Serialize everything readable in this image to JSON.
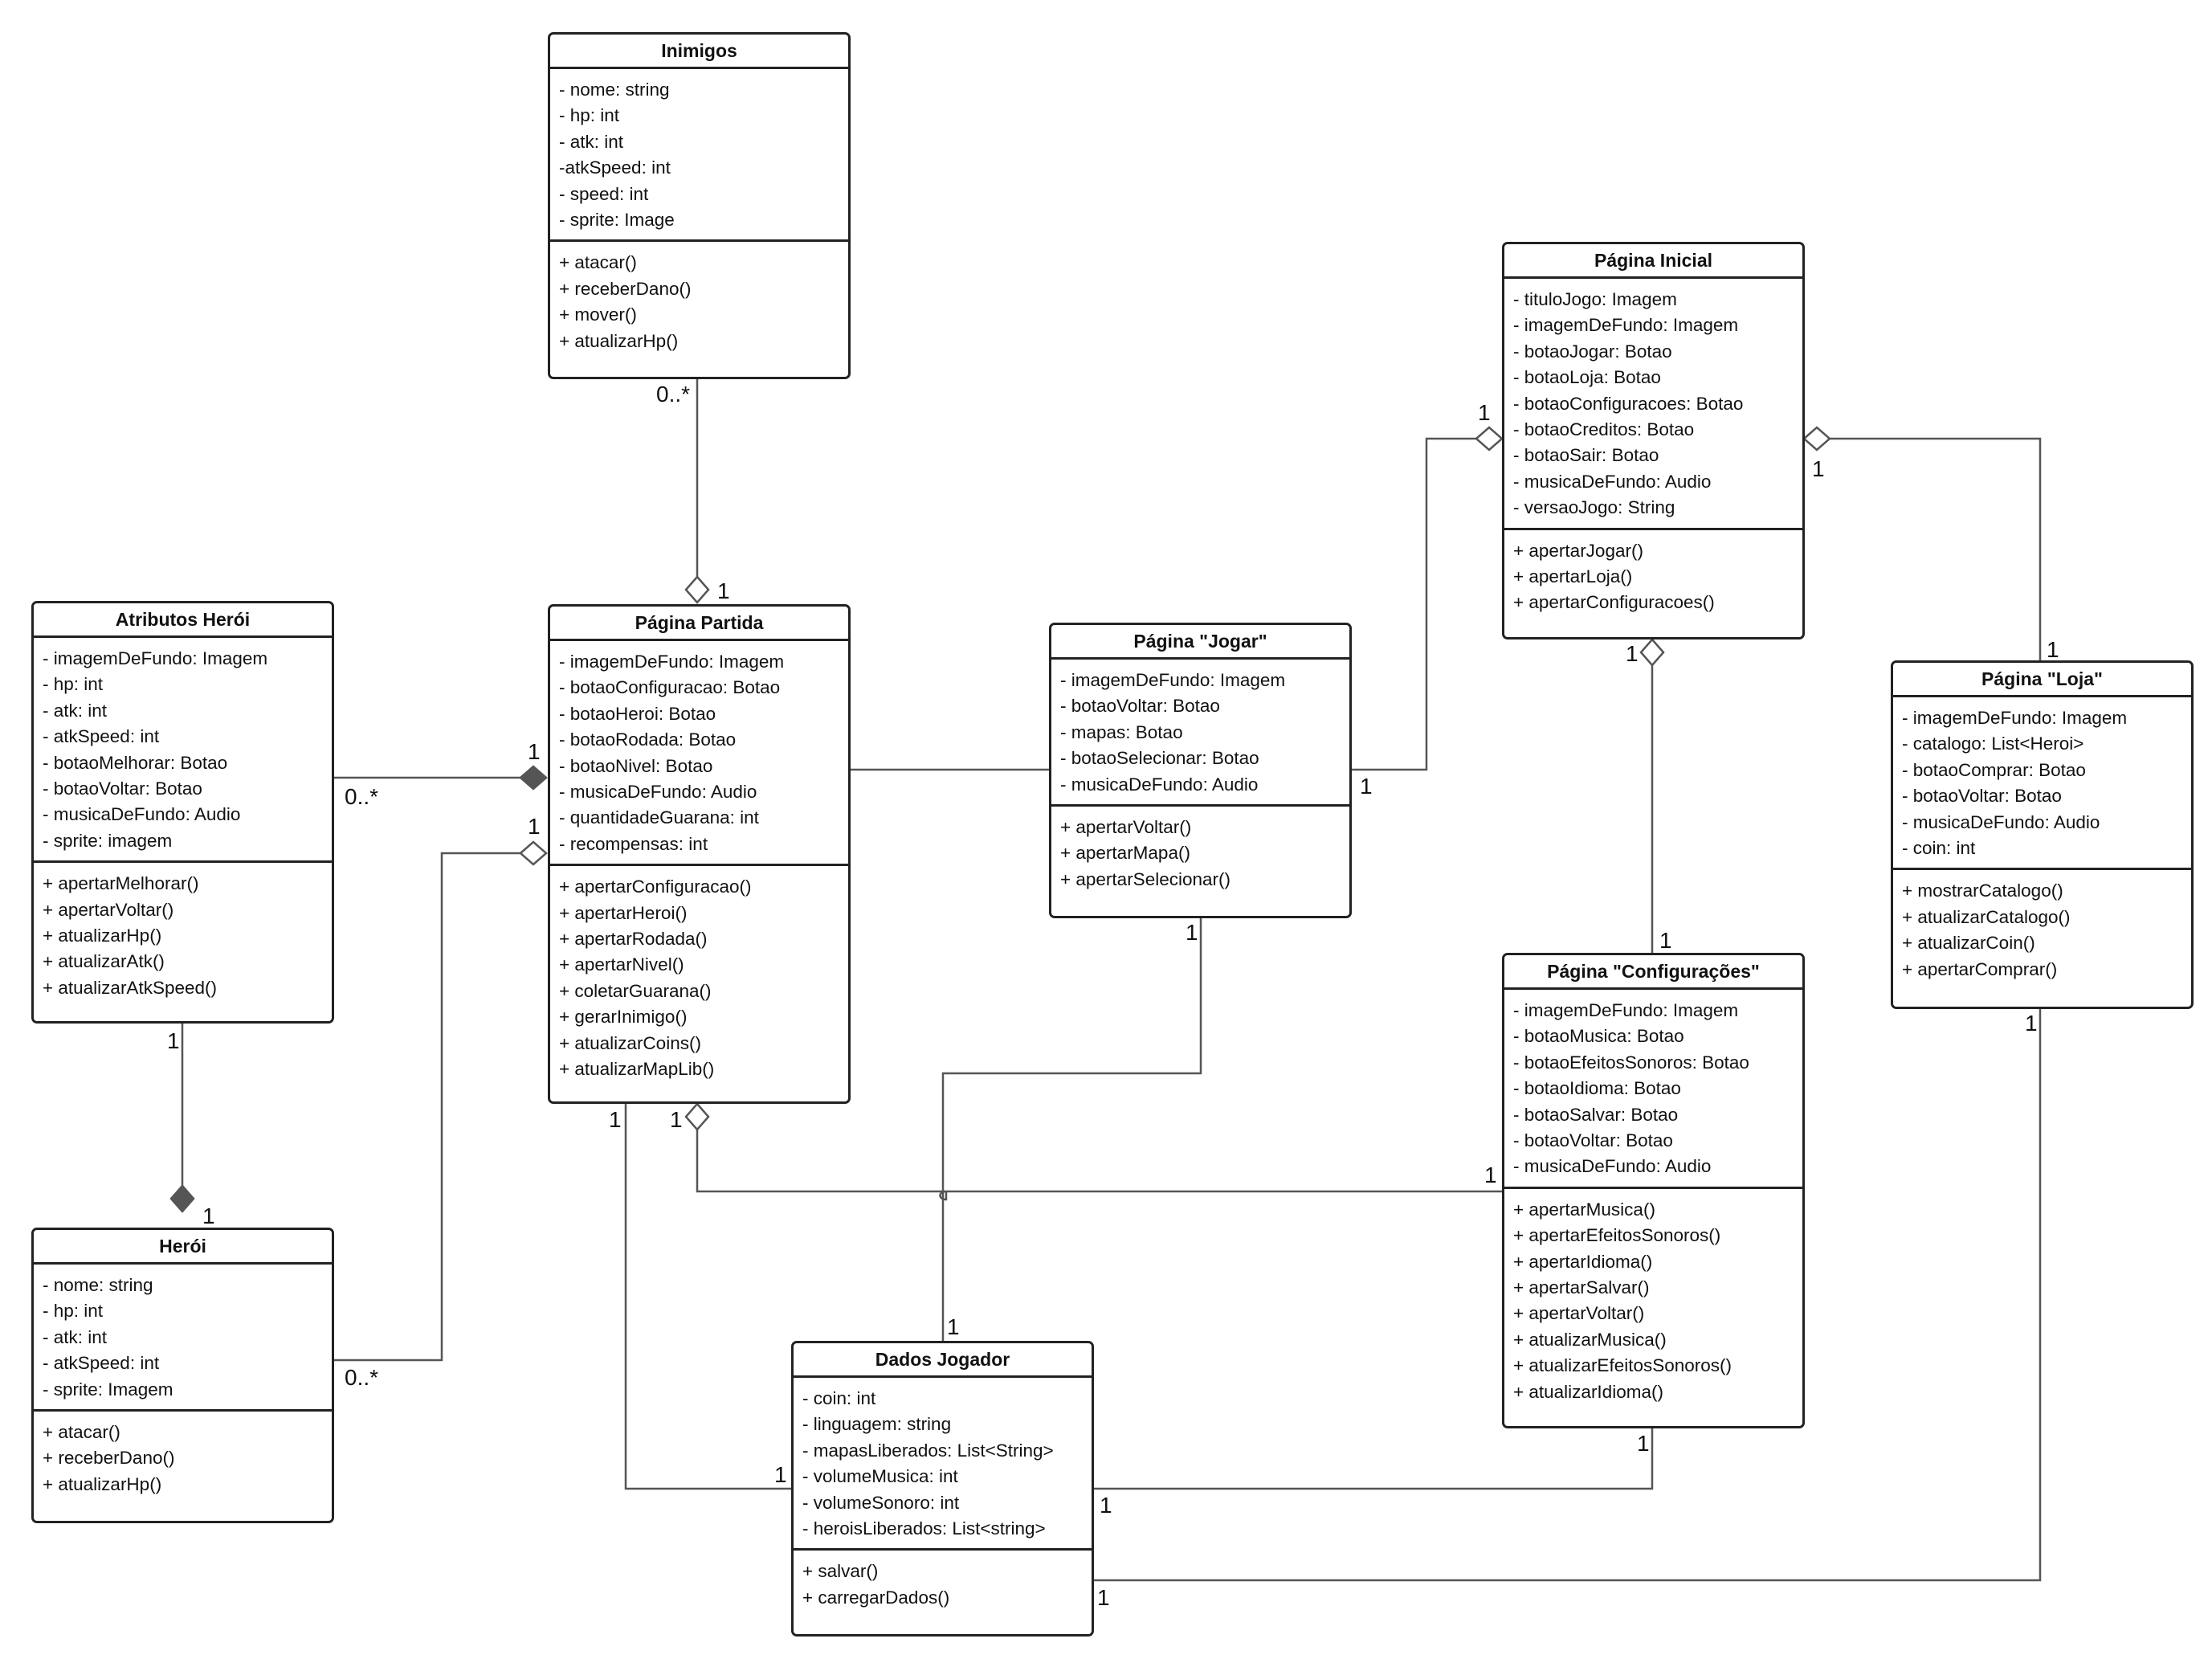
{
  "classes": [
    {
      "id": "inimigos",
      "name": "Inimigos",
      "attributes": [
        "- nome: string",
        "- hp: int",
        "- atk: int",
        "-atkSpeed: int",
        "- speed: int",
        "- sprite: Image"
      ],
      "methods": [
        "+ atacar()",
        "+ receberDano()",
        "+ mover()",
        "+ atualizarHp()"
      ]
    },
    {
      "id": "atributos-heroi",
      "name": "Atributos Herói",
      "attributes": [
        "- imagemDeFundo: Imagem",
        "- hp: int",
        "- atk: int",
        "- atkSpeed: int",
        "- botaoMelhorar: Botao",
        "- botaoVoltar: Botao",
        "- musicaDeFundo: Audio",
        "- sprite: imagem"
      ],
      "methods": [
        "+ apertarMelhorar()",
        "+ apertarVoltar()",
        "+ atualizarHp()",
        "+ atualizarAtk()",
        "+ atualizarAtkSpeed()"
      ]
    },
    {
      "id": "pagina-partida",
      "name": "Página Partida",
      "attributes": [
        "- imagemDeFundo: Imagem",
        "- botaoConfiguracao: Botao",
        "- botaoHeroi: Botao",
        "- botaoRodada: Botao",
        "- botaoNivel: Botao",
        "- musicaDeFundo: Audio",
        "- quantidadeGuarana: int",
        "- recompensas: int"
      ],
      "methods": [
        "+ apertarConfiguracao()",
        "+ apertarHeroi()",
        "+ apertarRodada()",
        "+ apertarNivel()",
        "+ coletarGuarana()",
        "+ gerarInimigo()",
        "+ atualizarCoins()",
        "+ atualizarMapLib()"
      ]
    },
    {
      "id": "heroi",
      "name": "Herói",
      "attributes": [
        "- nome: string",
        "- hp: int",
        "- atk: int",
        "- atkSpeed: int",
        "- sprite: Imagem"
      ],
      "methods": [
        "+ atacar()",
        "+ receberDano()",
        "+ atualizarHp()"
      ]
    },
    {
      "id": "pagina-jogar",
      "name": "Página \"Jogar\"",
      "attributes": [
        "- imagemDeFundo: Imagem",
        "- botaoVoltar: Botao",
        "- mapas: Botao",
        "- botaoSelecionar: Botao",
        "- musicaDeFundo: Audio"
      ],
      "methods": [
        "+ apertarVoltar()",
        "+ apertarMapa()",
        "+ apertarSelecionar()"
      ]
    },
    {
      "id": "pagina-inicial",
      "name": "Página Inicial",
      "attributes": [
        "- tituloJogo: Imagem",
        "- imagemDeFundo: Imagem",
        "- botaoJogar: Botao",
        "- botaoLoja: Botao",
        "- botaoConfiguracoes: Botao",
        "- botaoCreditos: Botao",
        "- botaoSair: Botao",
        "- musicaDeFundo: Audio",
        "- versaoJogo: String"
      ],
      "methods": [
        "+ apertarJogar()",
        "+ apertarLoja()",
        "+ apertarConfiguracoes()"
      ]
    },
    {
      "id": "pagina-loja",
      "name": "Página \"Loja\"",
      "attributes": [
        "- imagemDeFundo: Imagem",
        "- catalogo: List<Heroi>",
        "- botaoComprar: Botao",
        "- botaoVoltar: Botao",
        "- musicaDeFundo: Audio",
        "- coin: int"
      ],
      "methods": [
        "+ mostrarCatalogo()",
        "+ atualizarCatalogo()",
        "+ atualizarCoin()",
        "+ apertarComprar()"
      ]
    },
    {
      "id": "pagina-configuracoes",
      "name": "Página \"Configurações\"",
      "attributes": [
        "- imagemDeFundo: Imagem",
        "- botaoMusica: Botao",
        "- botaoEfeitosSonoros: Botao",
        "- botaoIdioma: Botao",
        "- botaoSalvar: Botao",
        "- botaoVoltar: Botao",
        "- musicaDeFundo: Audio"
      ],
      "methods": [
        "+ apertarMusica()",
        "+ apertarEfeitosSonoros()",
        "+ apertarIdioma()",
        "+ apertarSalvar()",
        "+ apertarVoltar()",
        "+ atualizarMusica()",
        "+ atualizarEfeitosSonoros()",
        "+ atualizarIdioma()"
      ]
    },
    {
      "id": "dados-jogador",
      "name": "Dados Jogador",
      "attributes": [
        "- coin: int",
        "- linguagem: string",
        "- mapasLiberados: List<String>",
        "- volumeMusica: int",
        "- volumeSonoro: int",
        "- heroisLiberados: List<string>"
      ],
      "methods": [
        "+ salvar()",
        "+ carregarDados()"
      ]
    }
  ],
  "multiplicities": {
    "inimigos_partida_many": "0..*",
    "inimigos_partida_one": "1",
    "atrib_partida_many": "0..*",
    "atrib_partida_one": "1",
    "heroi_partida_one": "1",
    "heroi_partida_many": "0..*",
    "atrib_heroi_top": "1",
    "atrib_heroi_bottom": "1",
    "inicial_jogar_top": "1",
    "inicial_jogar_bottom": "1",
    "inicial_loja_top": "1",
    "inicial_loja_bottom": "1",
    "inicial_config_top": "1",
    "inicial_config_bottom": "1",
    "partida_dados_top": "1",
    "partida_dados_bottom": "1",
    "partida_config_left": "1",
    "partida_config_right": "1",
    "jogar_dados_top": "1",
    "jogar_dados_bottom": "1",
    "config_dados_top": "1",
    "config_dados_left": "1",
    "loja_dados_top": "1",
    "loja_dados_left": "1"
  }
}
